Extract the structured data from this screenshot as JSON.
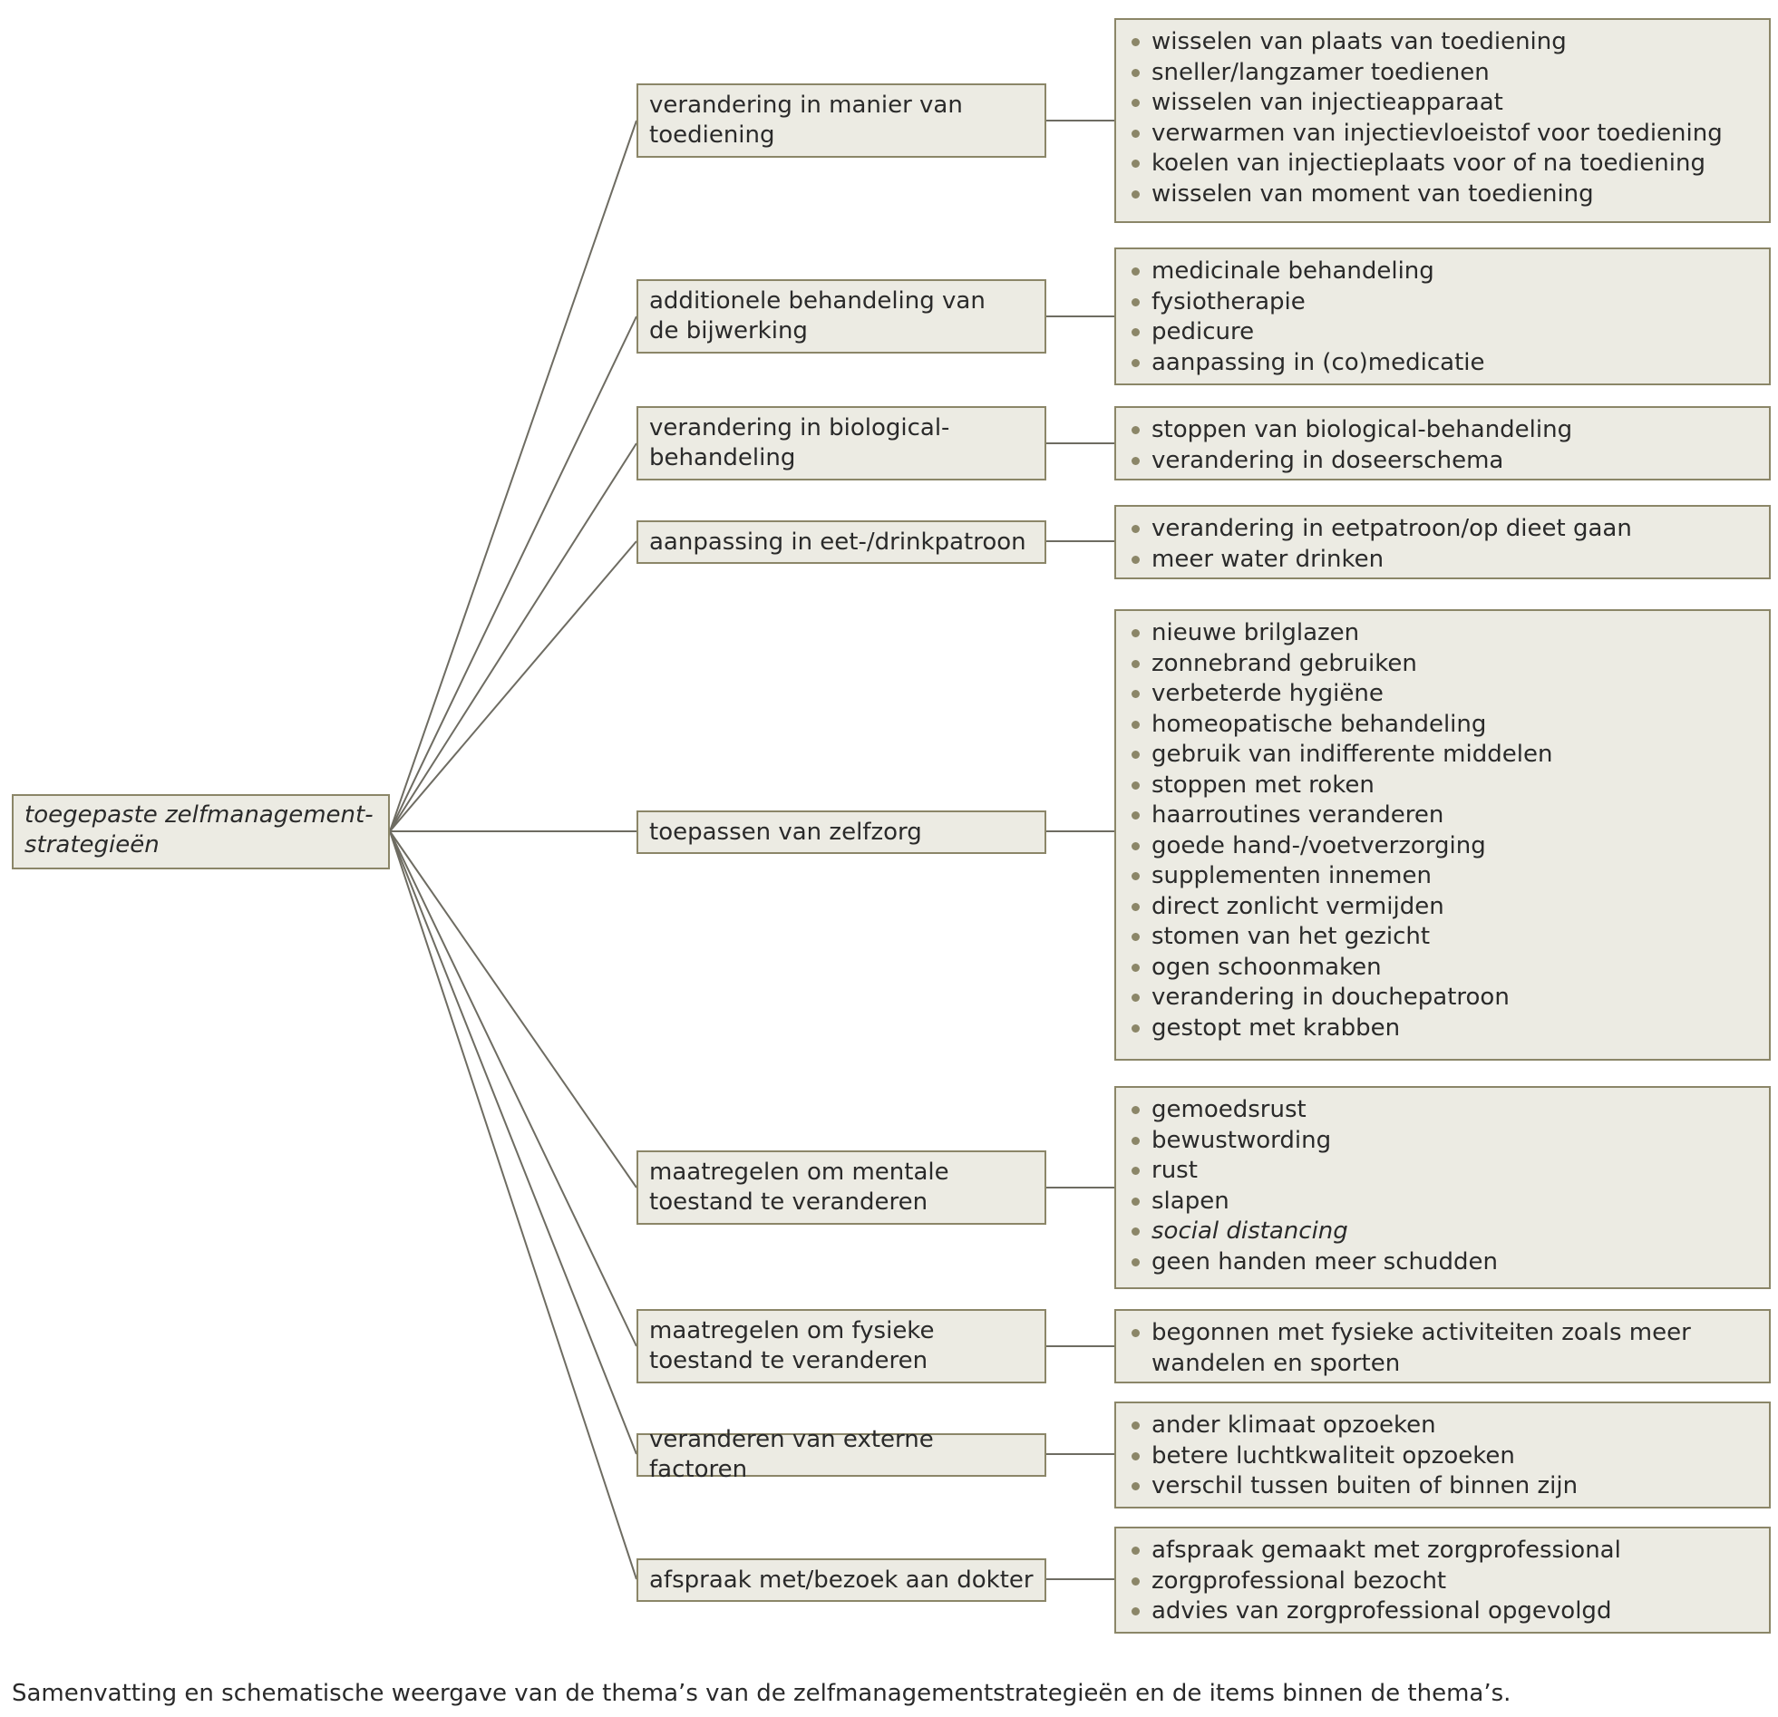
{
  "root": {
    "label_line1": "toegepaste zelfmanagement-",
    "label_line2": "strategieën"
  },
  "themes": [
    {
      "label_line1": "verandering in manier van",
      "label_line2": "toediening",
      "items": [
        "wisselen van plaats van toediening",
        "sneller/langzamer toedienen",
        "wisselen van injectieapparaat",
        "verwarmen van injectievloeistof voor toediening",
        "koelen van injectieplaats voor of na toediening",
        "wisselen van moment van toediening"
      ]
    },
    {
      "label_line1": "additionele behandeling van",
      "label_line2": "de bijwerking",
      "items": [
        "medicinale behandeling",
        "fysiotherapie",
        "pedicure",
        "aanpassing in (co)medicatie"
      ]
    },
    {
      "label_line1": "verandering in biological-",
      "label_line2": "behandeling",
      "items": [
        "stoppen van biological-behandeling",
        "verandering in doseerschema"
      ]
    },
    {
      "label_line1": "aanpassing in eet-/drinkpatroon",
      "items": [
        "verandering in eetpatroon/op dieet gaan",
        "meer water drinken"
      ]
    },
    {
      "label_line1": "toepassen van zelfzorg",
      "items": [
        "nieuwe brilglazen",
        "zonnebrand gebruiken",
        "verbeterde hygiëne",
        "homeopatische behandeling",
        "gebruik van indifferente middelen",
        "stoppen met roken",
        "haarroutines veranderen",
        "goede hand-/voetverzorging",
        "supplementen innemen",
        "direct zonlicht vermijden",
        "stomen van het gezicht",
        "ogen schoonmaken",
        "verandering in douchepatroon",
        "gestopt met krabben"
      ]
    },
    {
      "label_line1": "maatregelen om mentale",
      "label_line2": "toestand te veranderen",
      "items": [
        "gemoedsrust",
        "bewustwording",
        "rust",
        "slapen",
        "social distancing",
        "geen handen meer schudden"
      ]
    },
    {
      "label_line1": "maatregelen om fysieke",
      "label_line2": "toestand te veranderen",
      "items": [
        "begonnen met fysieke activiteiten zoals meer",
        "wandelen en sporten"
      ]
    },
    {
      "label_line1": "veranderen van externe factoren",
      "items": [
        "ander klimaat opzoeken",
        "betere luchtkwaliteit opzoeken",
        "verschil tussen buiten of binnen zijn"
      ]
    },
    {
      "label_line1": "afspraak met/bezoek aan dokter",
      "items": [
        "afspraak gemaakt met zorgprofessional",
        "zorgprofessional bezocht",
        "advies van zorgprofessional opgevolgd"
      ]
    }
  ],
  "caption": "Samenvatting en schematische weergave van de thema’s van de zelfmanagementstrategieën en de items binnen de thema’s.",
  "colors": {
    "box_fill": "#ecebe3",
    "box_border": "#8b8668",
    "line": "#6e6c62",
    "bullet": "#8b8668"
  }
}
